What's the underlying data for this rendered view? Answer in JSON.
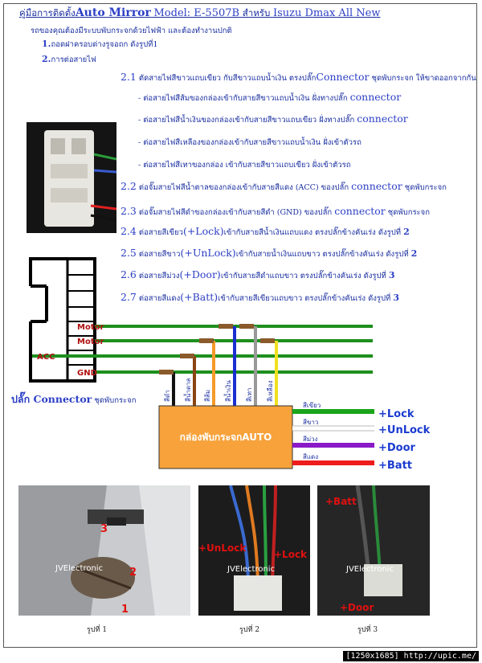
{
  "header": {
    "prefix": "คู่มือการติดตั้ง",
    "brand": "Auto Mirror",
    "model": "Model: E-5507B",
    "for_word": "สำหรับ",
    "vehicle": "Isuzu Dmax All New"
  },
  "intro": "รถของคุณต้องมีระบบพับกระจกด้วยไฟฟ้า และต้องทำงานปกติ",
  "steps": [
    {
      "num": "1.",
      "text": "ถอดฝาครอบด่างรูจอถก ดังรูปที่1"
    },
    {
      "num": "2.",
      "text": "การต่อสายไฟ"
    }
  ],
  "section21": {
    "num": "2.1",
    "pre": "ตัดสายไฟสีขาวแถบเขียว กับสีขาวแถบน้ำเงิน ตรงปลั๊ก",
    "big": "Connector",
    "post": "ชุดพับกระจก ให้ขาดออกจากกัน"
  },
  "bullets": [
    {
      "pre": "- ต่อสายไฟสีส้มของกล่องเข้ากับสายสีขาวแถบน้ำเงิน ฝั่งทางปลั๊ก",
      "big": "connector"
    },
    {
      "pre": "- ต่อสายไฟสีน้ำเงินของกล่องเข้ากับสายสีขาวแถบเขียว ฝั่งทางปลั๊ก",
      "big": "connector"
    },
    {
      "pre": "- ต่อสายไฟสีเหลืองของกล่องเข้ากับสายสีขาวแถบน้ำเงิน ฝั่งเข้าตัวรถ",
      "big": ""
    },
    {
      "pre": "- ต่อสายไฟสีเทาของกล่อง เข้ากับสายสีขาวแถบเขียว ฝั่งเข้าตัวรถ",
      "big": ""
    }
  ],
  "sections": [
    {
      "num": "2.2",
      "pre": "ต่อจั๊มสายไฟสีน้ำตาลของกล่องเข้ากับสายสีแดง (ACC) ของปลั๊ก",
      "big": "connector",
      "post": "ชุดพับกระจก"
    },
    {
      "num": "2.3",
      "pre": "ต่อจั๊มสายไฟสีดำของกล่องเข้ากับสายสีดำ (GND) ของปลั๊ก",
      "big": "connector",
      "post": "ชุดพับกระจก"
    },
    {
      "num": "2.4",
      "pre": "ต่อสายสีเขียว",
      "big": "(+Lock)",
      "post": "เข้ากับสายสีน้ำเงินแถบแดง ตรงปลั๊กข้างคันเร่ง ดังรูปที่",
      "fig": "2"
    },
    {
      "num": "2.5",
      "pre": "ต่อสายสีขาว",
      "big": "(+UnLock)",
      "post": "เข้ากับสายน้ำเงินแถบขาว ตรงปลั๊กข้างคันเร่ง ดังรูปที่",
      "fig": "2"
    },
    {
      "num": "2.6",
      "pre": "ต่อสายสีม่วง",
      "big": "(+Door)",
      "post": "เข้ากับสายสีดำแถบขาว ตรงปลั๊กข้างคันเร่ง ดังรูปที่",
      "fig": "3"
    },
    {
      "num": "2.7",
      "pre": "ต่อสายสีแดง",
      "big": "(+Batt)",
      "post": "เข้ากับสายสีเขียวแถบขาว ตรงปลั๊กข้างคันเร่ง ดังรูปที่",
      "fig": "3"
    }
  ],
  "diagram": {
    "connector_labels": [
      "Motor",
      "Motor",
      "ACC",
      "GND"
    ],
    "connector_caption_big": "ปลั๊ก Connector",
    "connector_caption_small": "ชุดพับกระจก",
    "box_label": "กล่องพับกระจกAUTO",
    "box_color": "#f7a23a",
    "wire_labels": [
      "สีดำ",
      "สีน้ำตาล",
      "สีส้ม",
      "สีน้ำเงิน",
      "สีเทา",
      "สีเหลือง"
    ],
    "outputs": [
      {
        "color_name": "สีเขียว",
        "label": "+Lock",
        "color": "#1aa51a"
      },
      {
        "color_name": "สีขาว",
        "label": "+UnLock",
        "color": "#ffffff"
      },
      {
        "color_name": "สีม่วง",
        "label": "+Door",
        "color": "#8a1ac8"
      },
      {
        "color_name": "สีแดง",
        "label": "+Batt",
        "color": "#ee1c1c"
      }
    ]
  },
  "photos": [
    {
      "watermark": "JVElectronic",
      "caption": "รูปที่ 1",
      "markers": [
        "3",
        "2",
        "1"
      ]
    },
    {
      "watermark": "JVElectronic",
      "caption": "รูปที่ 2",
      "markers": [
        "+UnLock",
        "+Lock"
      ]
    },
    {
      "watermark": "JVElectronic",
      "caption": "รูปที่ 3",
      "markers": [
        "+Batt",
        "+Door"
      ]
    }
  ],
  "footer": "[1250x1685] http://upic.me/"
}
